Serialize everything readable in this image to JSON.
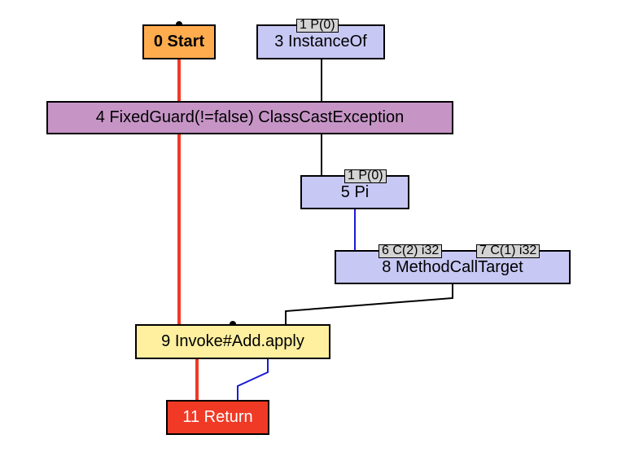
{
  "nodes": {
    "start": {
      "label": "0 Start",
      "fill": "#ffac4f"
    },
    "instanceof": {
      "label": "3 InstanceOf",
      "fill": "#c8c8f5"
    },
    "fixedguard": {
      "label": "4 FixedGuard(!=false) ClassCastException",
      "fill": "#c695c6"
    },
    "pi": {
      "label": "5 Pi",
      "fill": "#c8c8f5"
    },
    "methodcalltarget": {
      "label": "8 MethodCallTarget",
      "fill": "#c8c8f5"
    },
    "invoke": {
      "label": "9 Invoke#Add.apply",
      "fill": "#fff0a0"
    },
    "return": {
      "label": "11 Return",
      "fill": "#f03a25",
      "text_color": "#ffffff"
    }
  },
  "badges": {
    "instanceof_param": "1 P(0)",
    "pi_param": "1 P(0)",
    "mct_const_a": "6 C(2) i32",
    "mct_const_b": "7 C(1) i32"
  },
  "colors": {
    "control_edge": "#f03a25",
    "data_edge": "#000000",
    "value_edge": "#1a1ad6"
  }
}
